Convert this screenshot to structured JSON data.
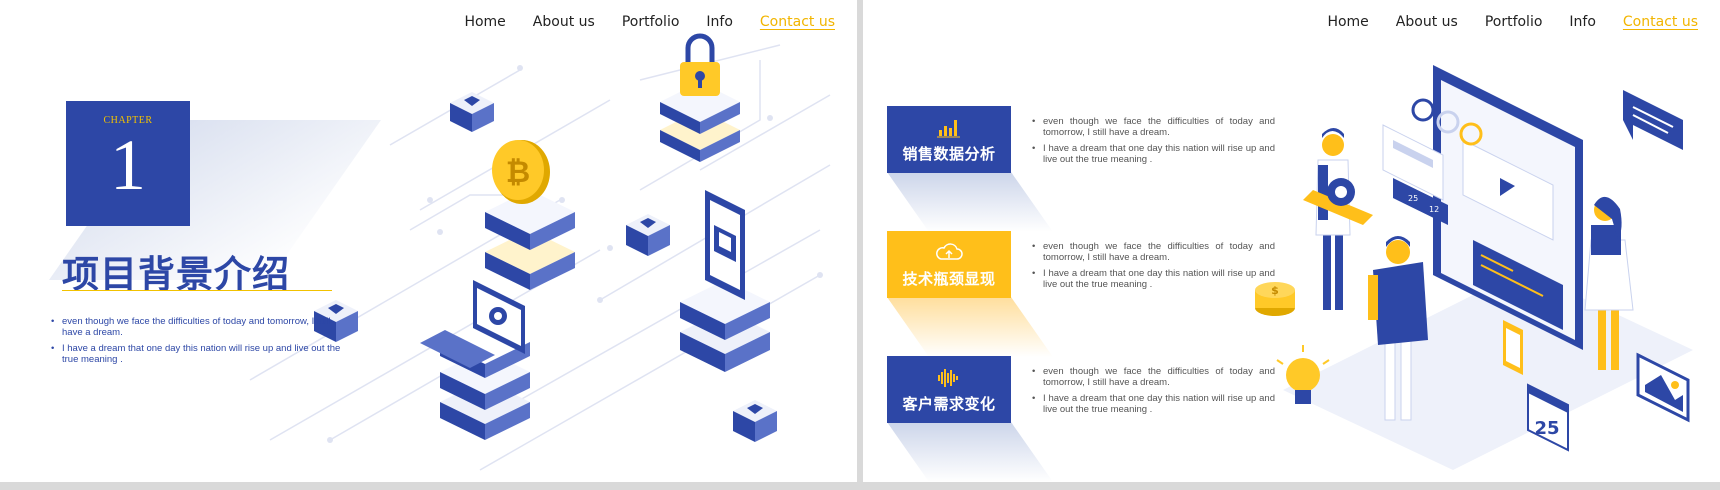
{
  "nav": {
    "items": [
      "Home",
      "About us",
      "Portfolio",
      "Info",
      "Contact us"
    ],
    "active_index": 4
  },
  "slide1": {
    "chapter_label": "CHAPTER",
    "chapter_number": "1",
    "title": "项目背景介绍",
    "bullets": [
      "even though we face the difficulties of today and tomorrow, I still have a dream.",
      "I have a dream that one day this nation will rise up and live out the true meaning ."
    ],
    "coin_icon": "bitcoin-coin-icon",
    "lock_icon": "padlock-icon",
    "laptop_icon": "laptop-gear-icon",
    "phone_icon": "phone-qr-icon"
  },
  "slide2": {
    "sections": [
      {
        "label": "销售数据分析",
        "icon": "bar-chart-icon",
        "color": "#2d47a6",
        "bullets": [
          "even though we face the difficulties of today and tomorrow, I still have a dream.",
          "I have a dream that one day this nation will rise up and live out the true meaning ."
        ]
      },
      {
        "label": "技术瓶颈显现",
        "icon": "cloud-upload-icon",
        "color": "#ffbf1a",
        "bullets": [
          "even though we face the difficulties of today and tomorrow, I still have a dream.",
          "I have a dream that one day this nation will rise up and live out the true meaning ."
        ]
      },
      {
        "label": "客户需求变化",
        "icon": "sound-wave-icon",
        "color": "#2d47a6",
        "bullets": [
          "even though we face the difficulties of today and tomorrow, I still have a dream.",
          "I have a dream that one day this nation will rise up and live out the true meaning ."
        ]
      }
    ],
    "calendar_date": "25",
    "notif_likes": "25",
    "notif_comments": "12",
    "coin_symbol": "$"
  },
  "colors": {
    "primary": "#2d47a6",
    "accent": "#ffbf1a",
    "text": "#222222",
    "muted": "#555555"
  }
}
